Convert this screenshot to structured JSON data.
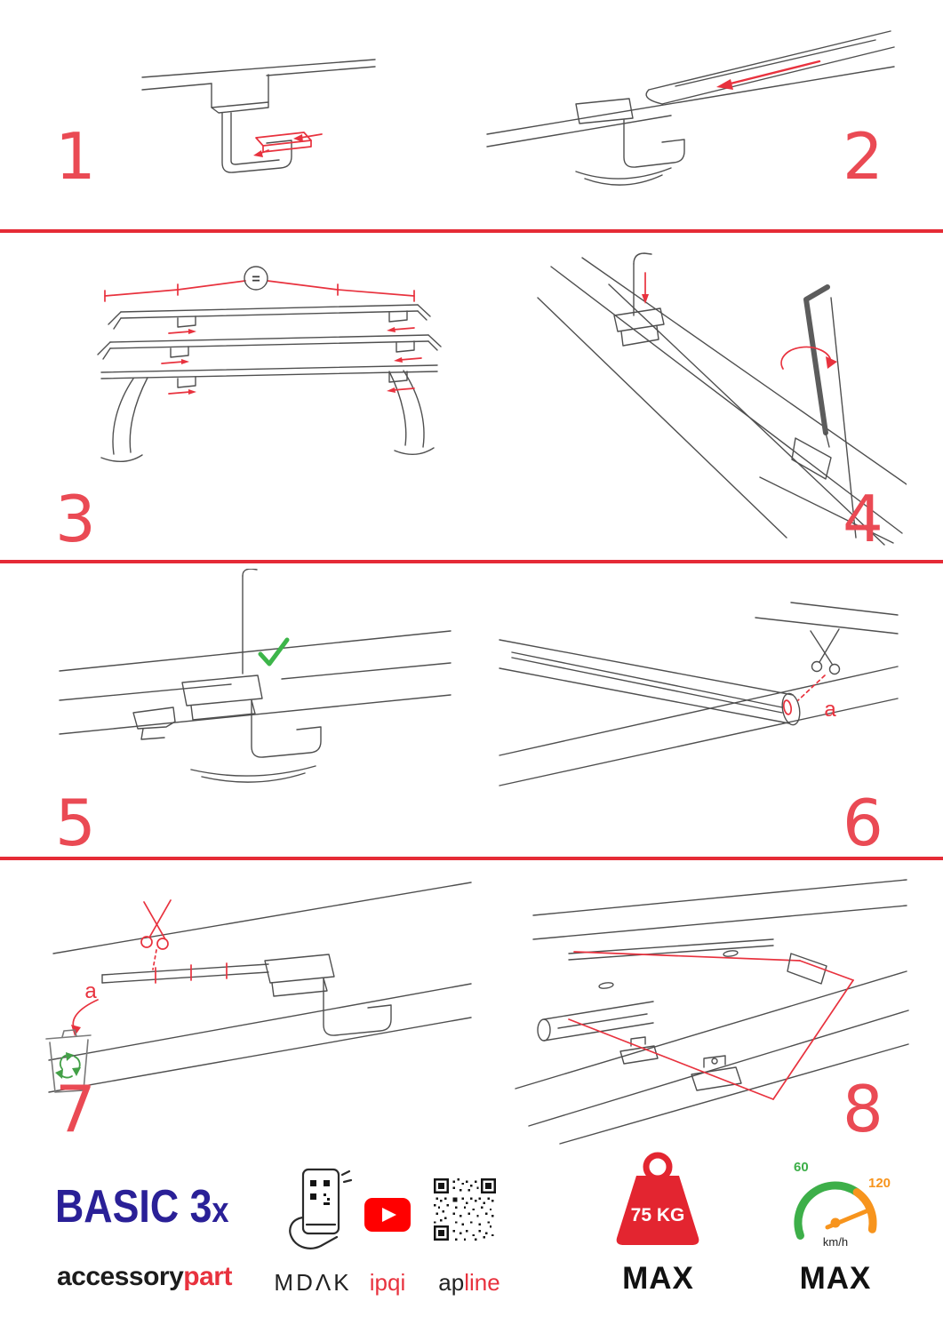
{
  "steps": [
    {
      "number": "1"
    },
    {
      "number": "2"
    },
    {
      "number": "3",
      "annotation": "="
    },
    {
      "number": "4"
    },
    {
      "number": "5"
    },
    {
      "number": "6",
      "annotation": "a"
    },
    {
      "number": "7",
      "annotation": "a"
    },
    {
      "number": "8"
    }
  ],
  "footer": {
    "product_name": "BASIC 3",
    "product_suffix": "x",
    "brand_black": "accessory",
    "brand_red": "part",
    "partners": {
      "mdak": "MDΛK",
      "ipqi": "ipqi",
      "ap": "ap",
      "line": "line"
    },
    "weight": {
      "value": "75 KG",
      "max": "MAX"
    },
    "speed": {
      "low": "60",
      "high": "120",
      "unit": "km/h",
      "max": "MAX"
    }
  },
  "colors": {
    "accent_red": "#e8323e",
    "divider_red": "#e52b36",
    "step_number_red": "#ea4a54",
    "brand_blue": "#2a2097",
    "youtube_red": "#ff0000",
    "check_green": "#3db54a",
    "speedo_green": "#3daf49",
    "speedo_orange": "#f7941d"
  }
}
